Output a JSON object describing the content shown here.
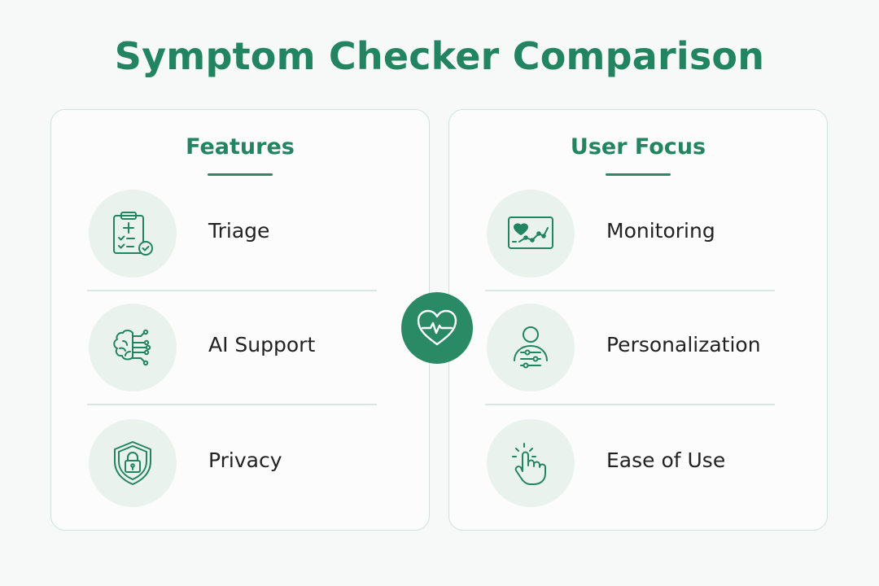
{
  "title": "Symptom Checker Comparison",
  "colors": {
    "accent": "#238461",
    "badge": "#2b8a66",
    "icon_bg": "#eaf2ee",
    "panel_border": "#cfe3da"
  },
  "panels": [
    {
      "title": "Features",
      "items": [
        {
          "label": "Triage",
          "icon": "clipboard-medical-icon"
        },
        {
          "label": "AI Support",
          "icon": "brain-circuit-icon"
        },
        {
          "label": "Privacy",
          "icon": "shield-lock-icon"
        }
      ]
    },
    {
      "title": "User Focus",
      "items": [
        {
          "label": "Monitoring",
          "icon": "heart-chart-icon"
        },
        {
          "label": "Personalization",
          "icon": "user-sliders-icon"
        },
        {
          "label": "Ease of Use",
          "icon": "pointer-hand-icon"
        }
      ]
    }
  ],
  "center_icon": "heart-pulse-icon"
}
